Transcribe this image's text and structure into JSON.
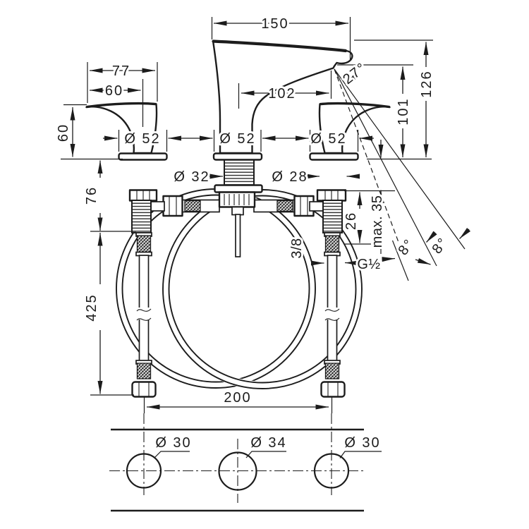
{
  "drawing": {
    "kind": "technical installation diagram",
    "subject": "3-hole widespread basin mixer with handles, spout, supply hoses and drilling template",
    "line_color": "#1c1c1c",
    "background_color": "#ffffff"
  },
  "dims": {
    "spout_top_width": "150",
    "handle_width": "77",
    "handle_offset": "60",
    "handle_height": "60",
    "spout_reach": "102",
    "spout_angle": "27°",
    "total_height": "126",
    "outlet_height": "101",
    "escutcheon_left": "Ø 52",
    "escutcheon_center": "Ø 52",
    "escutcheon_right": "Ø 52",
    "center_shank": "Ø 32",
    "side_shank": "Ø 28",
    "below_deck_valve": "76",
    "thread_length": "26",
    "max_deck_thickness": "max. 35",
    "hose_connection_small": "3/8",
    "hose_connection": "G½",
    "jet_angle_a": "8°",
    "jet_angle_b": "8°",
    "hose_length": "425",
    "hole_spacing": "200",
    "hole_left": "Ø 30",
    "hole_center": "Ø 34",
    "hole_right": "Ø 30"
  }
}
